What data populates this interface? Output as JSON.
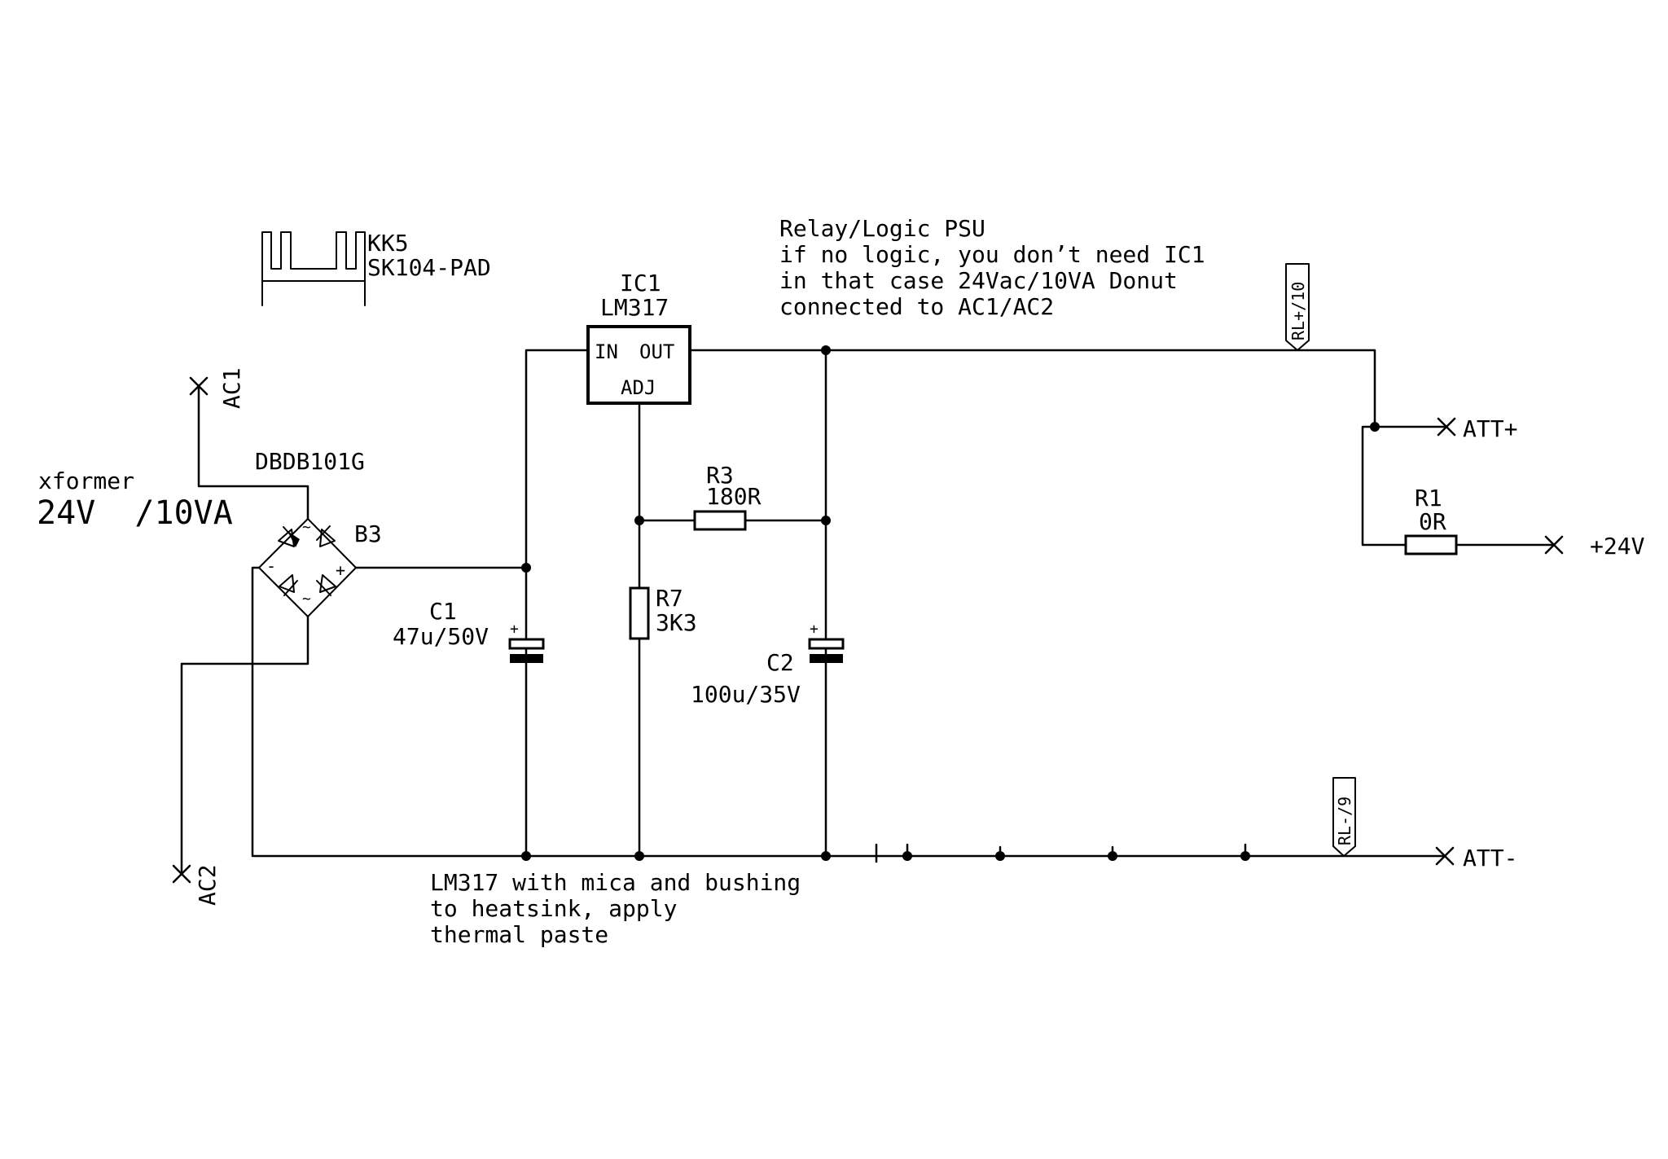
{
  "colors": {
    "ink": "#000000",
    "background": "#ffffff"
  },
  "notes": {
    "psu_title": "Relay/Logic PSU",
    "psu_line2": "if no logic, you don’t need IC1",
    "psu_line3": "in that case 24Vac/10VA Donut",
    "psu_line4": "connected to AC1/AC2",
    "mount_line1": "LM317 with mica and bushing",
    "mount_line2": "to heatsink, apply",
    "mount_line3": "thermal paste"
  },
  "heatsink": {
    "ref": "KK5",
    "value": "SK104-PAD"
  },
  "transformer": {
    "label": "xformer",
    "value": "24V  /10VA"
  },
  "bridge": {
    "ref": "B3",
    "value": "DBDB101G",
    "minus": "-",
    "plus": "+",
    "ac": "~"
  },
  "regulator": {
    "ref": "IC1",
    "value": "LM317",
    "pin_in": "IN",
    "pin_out": "OUT",
    "pin_adj": "ADJ"
  },
  "capacitors": {
    "c1": {
      "ref": "C1",
      "value": "47u/50V",
      "polarity": "+"
    },
    "c2": {
      "ref": "C2",
      "value": "100u/35V",
      "polarity": "+"
    }
  },
  "resistors": {
    "r3": {
      "ref": "R3",
      "value": "180R"
    },
    "r7": {
      "ref": "R7",
      "value": "3K3"
    },
    "r1": {
      "ref": "R1",
      "value": "0R"
    }
  },
  "ports": {
    "ac1": "AC1",
    "ac2": "AC2",
    "att_plus": "ATT+",
    "att_minus": "ATT-",
    "v24": "+24V",
    "rl_plus": "RL+/10",
    "rl_minus": "RL-/9"
  }
}
